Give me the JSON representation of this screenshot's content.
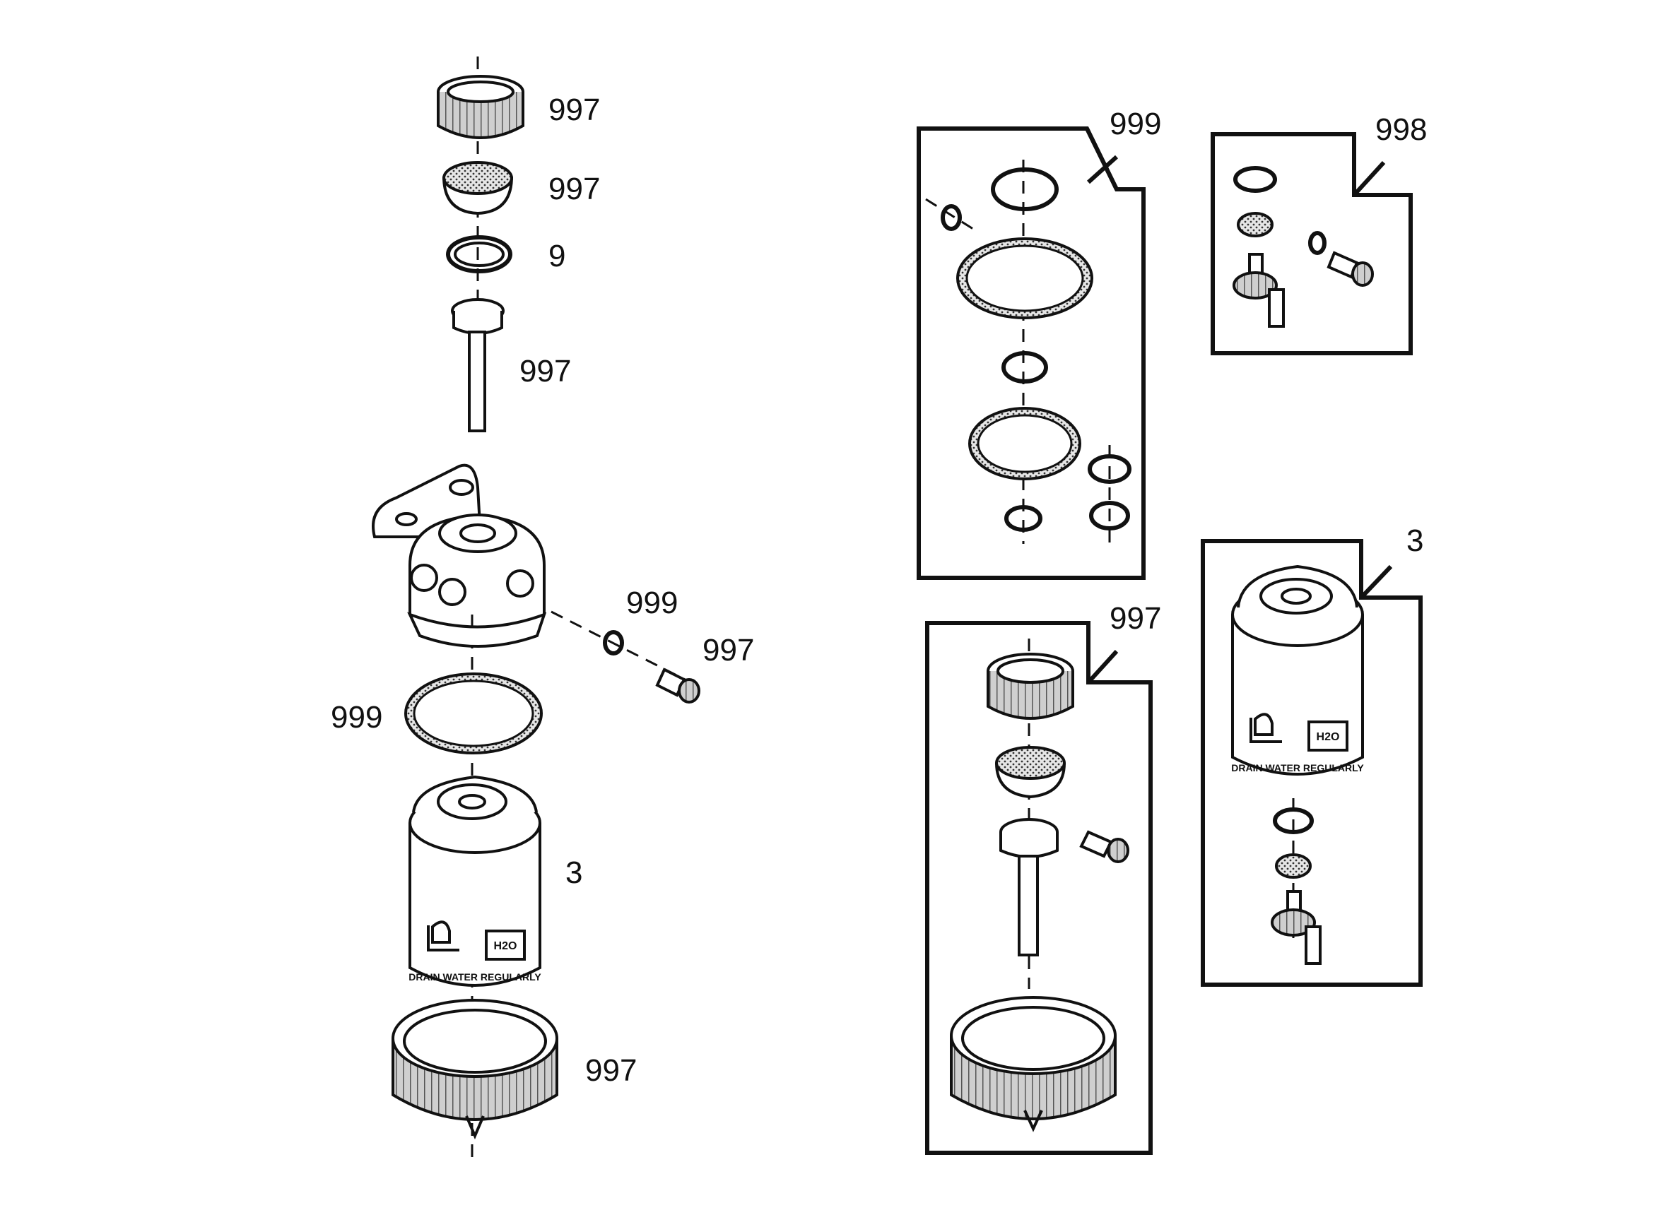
{
  "callouts": {
    "main_cap_ring": "997",
    "main_strainer": "997",
    "main_oring": "9",
    "main_pickup_tube": "997",
    "main_drain_washer": "999",
    "main_drain_screw": "997",
    "main_head_gasket": "999",
    "main_filter_element": "3",
    "main_bowl_ring": "997",
    "kit_seals": "999",
    "kit_drain": "998",
    "kit_service": "997",
    "kit_element": "3"
  },
  "filter_label": {
    "text": "DRAIN WATER REGULARLY",
    "water_symbol": "H2O"
  },
  "colors": {
    "ink": "#111111",
    "background": "#ffffff"
  }
}
